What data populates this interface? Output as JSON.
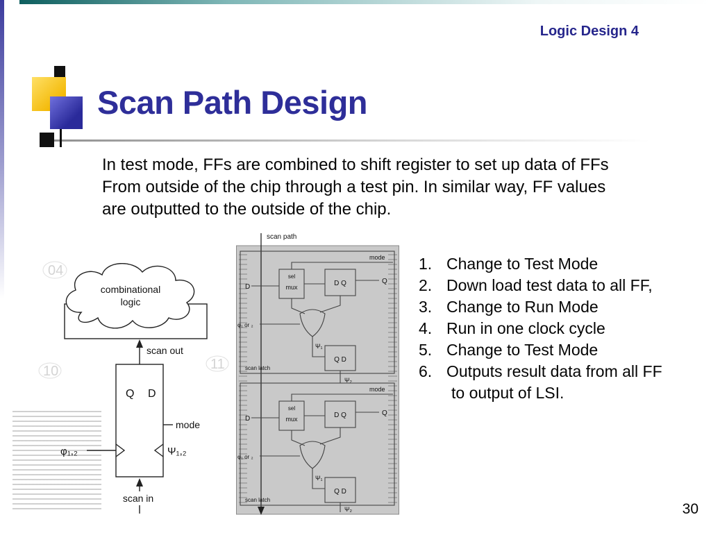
{
  "slide": {
    "header": "Logic Design 4",
    "title": "Scan Path Design",
    "page_number": "30"
  },
  "body": {
    "line1": "In test mode, FFs are combined to shift register to set up data of FFs",
    "line2": "From outside of the chip through a test pin. In similar way, FF values",
    "line3": "are outputted to the outside of the chip."
  },
  "steps": [
    {
      "number": "1.",
      "label": "Change to Test Mode"
    },
    {
      "number": "2.",
      "label": "Down load test data to all FF,"
    },
    {
      "number": "3.",
      "label": "Change to Run Mode"
    },
    {
      "number": "4.",
      "label": "Run in one clock cycle"
    },
    {
      "number": "5.",
      "label": "Change to Test Mode"
    },
    {
      "number": "6.",
      "label": "Outputs result data from all FF"
    },
    {
      "number": "",
      "label": "to output of LSI."
    }
  ],
  "ff_diagram": {
    "cloud_line1": "combinational",
    "cloud_line2": "logic",
    "scan_out": "scan out",
    "q": "Q",
    "d": "D",
    "mode": "mode",
    "phi": "φ₁,₂",
    "psi": "Ψ₁,₂",
    "scan_in": "scan in",
    "artifact1": "04",
    "artifact2": "10",
    "artifact3": "11"
  },
  "scan_diagram": {
    "scan_path": "scan path",
    "cells": [
      {
        "mode": "mode",
        "sel": "sel",
        "mux": "mux",
        "d": "D",
        "q": "Q",
        "dq": "D  Q",
        "qd": "Q  D",
        "phi": "φ₁ or ₂",
        "psi1": "Ψ₁",
        "psi2": "Ψ₂",
        "scan_latch": "scan latch"
      },
      {
        "mode": "mode",
        "sel": "sel",
        "mux": "mux",
        "d": "D",
        "q": "Q",
        "dq": "D  Q",
        "qd": "Q  D",
        "phi": "φ₁ or ₂",
        "psi1": "Ψ₁",
        "psi2": "Ψ₂",
        "scan_latch": "scan latch"
      }
    ]
  }
}
